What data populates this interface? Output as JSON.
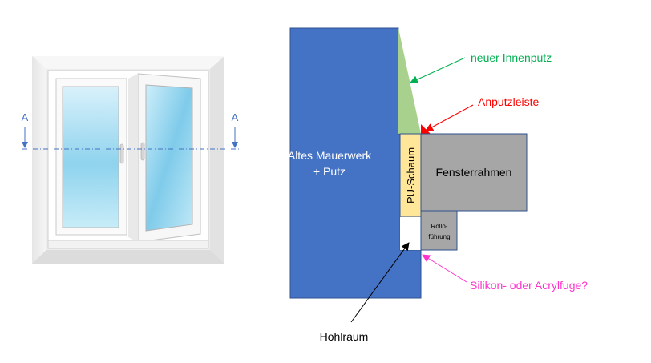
{
  "window_illustration": {
    "section_marker_left": "A",
    "section_marker_right": "A"
  },
  "cross_section": {
    "wall_label_line1": "Altes Mauerwerk",
    "wall_label_line2": "+ Putz",
    "foam_label": "PU-Schaum",
    "frame_label": "Fensterrahmen",
    "roller_guide_line1": "Rollo-",
    "roller_guide_line2": "führung"
  },
  "callouts": {
    "new_plaster": "neuer Innenputz",
    "plaster_strip": "Anputzleiste",
    "joint": "Silikon- oder Acrylfuge?",
    "cavity": "Hohlraum"
  },
  "colors": {
    "wall": "#4472c4",
    "new_plaster": "#a9d18e",
    "foam": "#ffe699",
    "frame": "#a6a6a6",
    "plaster_strip": "#ff0000",
    "label_green": "#00b050",
    "label_red": "#ff0000",
    "label_magenta": "#ff33cc",
    "section_line": "#4472c4"
  }
}
